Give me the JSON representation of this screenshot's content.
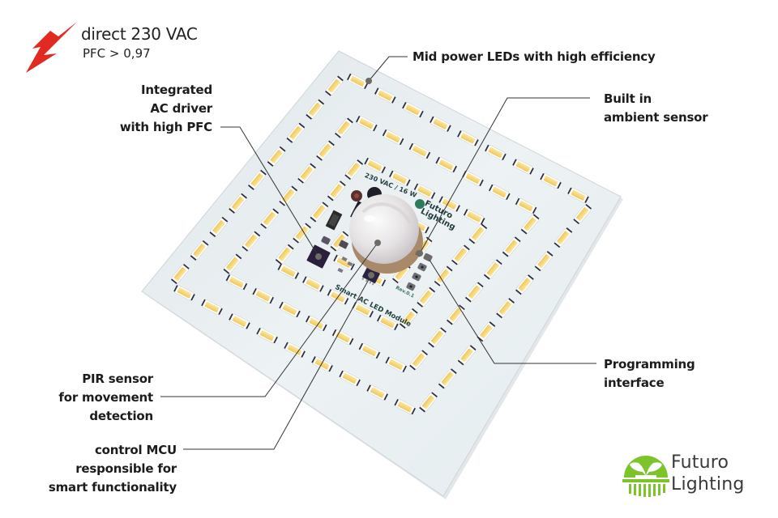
{
  "spec": {
    "icon": "lightning-bolt-icon",
    "icon_color": "#e02a22",
    "line1": "direct 230 VAC",
    "line2": "PFC > 0,97"
  },
  "callouts": {
    "integrated_driver": {
      "lines": [
        "Integrated",
        "AC driver",
        "with high PFC"
      ]
    },
    "mid_power_leds": {
      "lines": [
        "Mid power LEDs with high efficiency"
      ]
    },
    "ambient_sensor": {
      "lines": [
        "Built in",
        "ambient sensor"
      ]
    },
    "pir_sensor": {
      "lines": [
        "PIR sensor",
        "for movement",
        "detection"
      ]
    },
    "control_mcu": {
      "lines": [
        "control MCU",
        "responsible for",
        "smart functionality"
      ]
    },
    "programming_interface": {
      "lines": [
        "Programming",
        "interface"
      ]
    }
  },
  "pcb": {
    "rating": "230 VAC / 16 W",
    "brand_line1": "Futuro",
    "brand_line2": "Lighting",
    "module_name": "Smart AC LED Module",
    "revision": "Rev.0.1",
    "board_color": "#e6edf0",
    "led_color": "#f4d77a"
  },
  "brand": {
    "logo_icon": "sprout-sun-logo-icon",
    "logo_color": "#7cc42a",
    "name_line1": "Futuro",
    "name_line2": "Lighting",
    "text_color": "#3a3a3a"
  }
}
